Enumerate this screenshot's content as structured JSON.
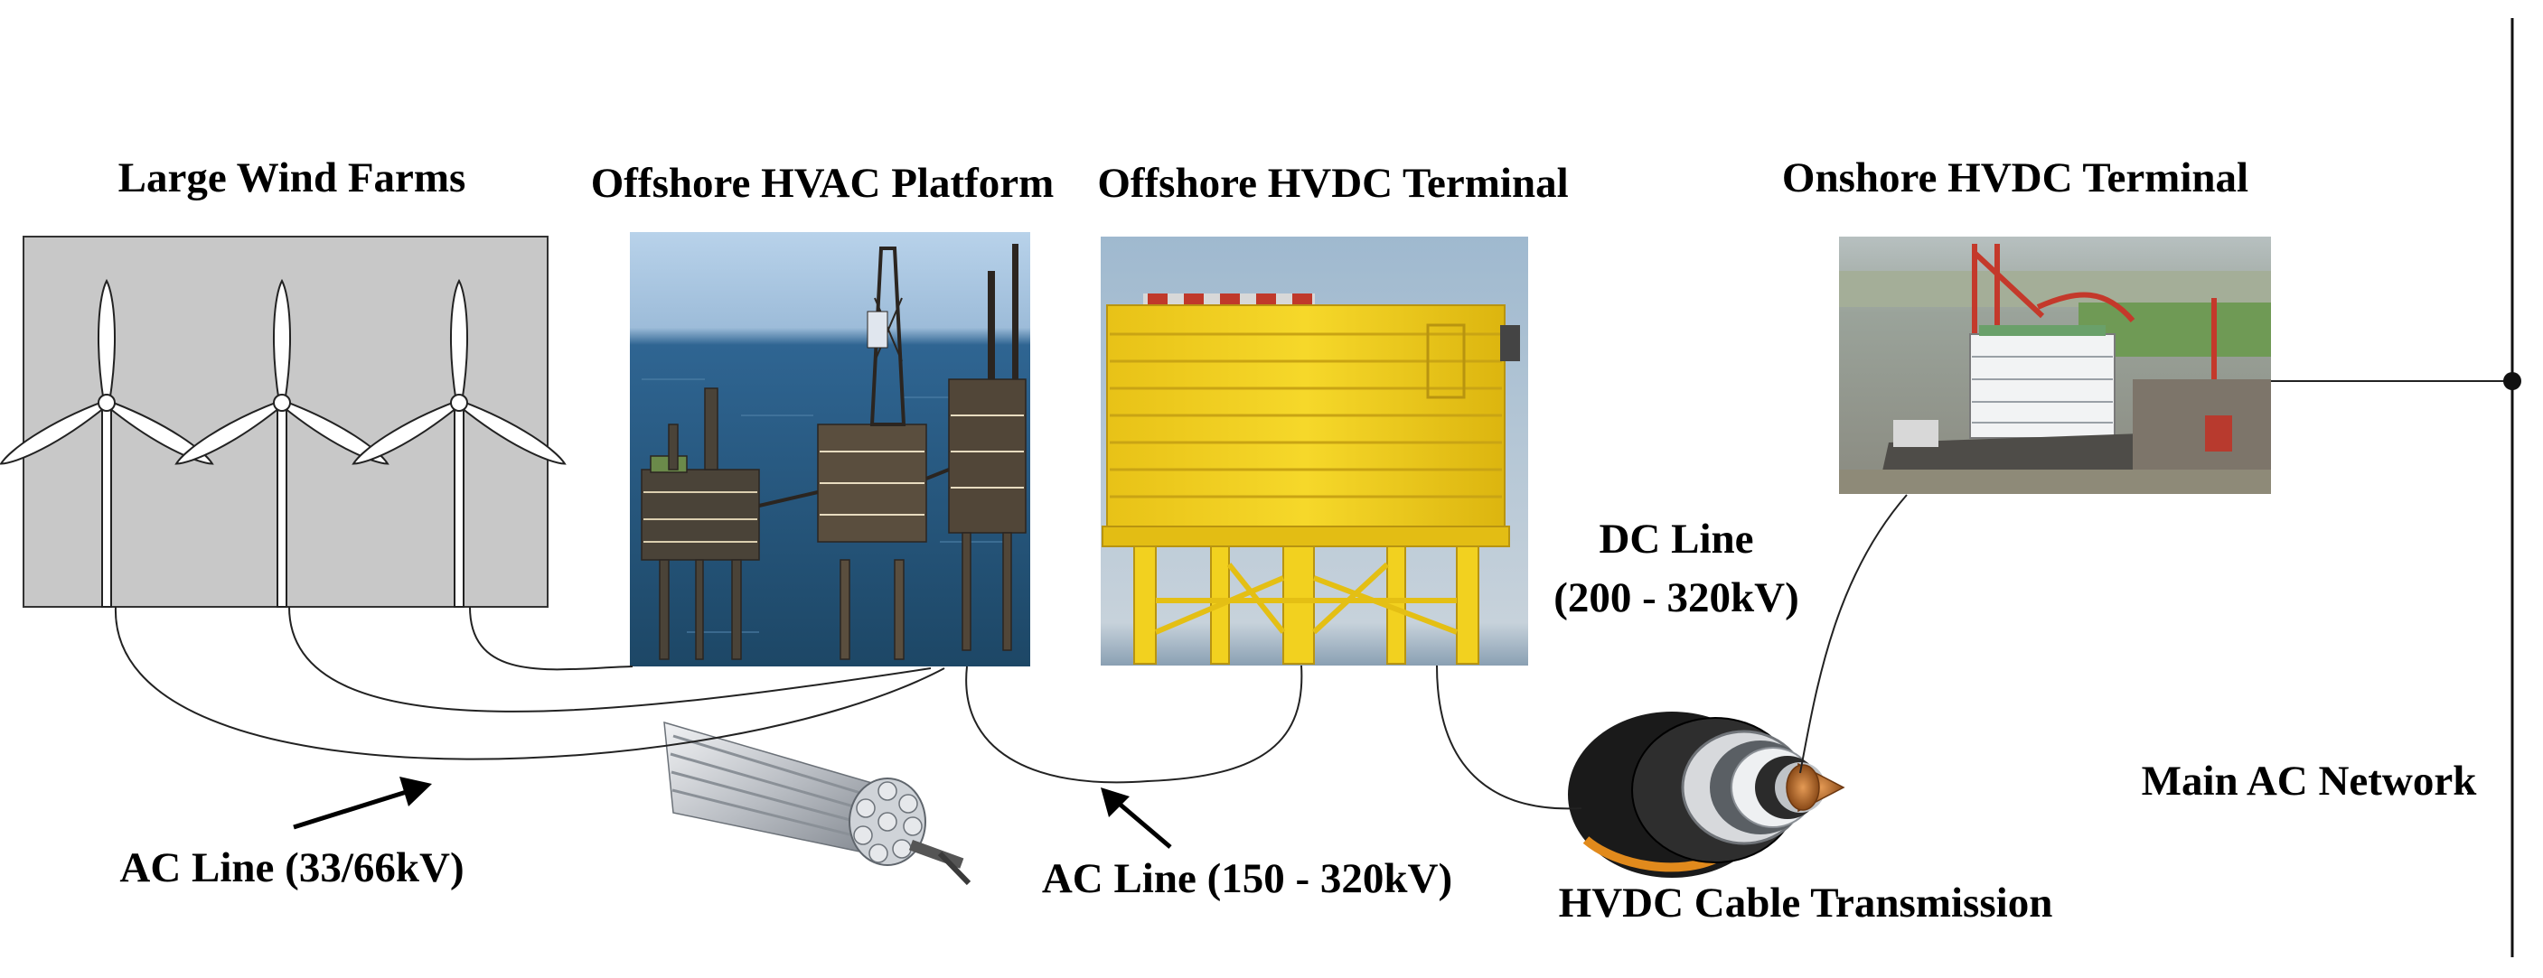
{
  "labels": {
    "wind_farms": "Large Wind Farms",
    "hvac_platform": "Offshore HVAC Platform",
    "offshore_hvdc": "Offshore HVDC Terminal",
    "onshore_hvdc": "Onshore HVDC Terminal",
    "dc_line_title": "DC Line",
    "dc_line_voltage": "(200 - 320kV)",
    "ac_line_collect": "AC Line (33/66kV)",
    "ac_line_export": "AC Line (150 - 320kV)",
    "hvdc_cable": "HVDC Cable Transmission",
    "main_ac": "Main AC Network"
  },
  "colors": {
    "wind_panel": "#c8c8c8",
    "ocean": "#3a6b90",
    "sky": "#a9c6e2",
    "platform_yellow": "#f3d21c",
    "cable_black": "#1a1a1a",
    "cable_copper": "#b86a2a",
    "conductor_silver": "#c9ccd0"
  },
  "icons": {
    "wind_turbine": "wind-turbine-icon",
    "oil_platform": "offshore-platform-image",
    "hvdc_station": "hvdc-terminal-image",
    "onshore_station": "onshore-terminal-image",
    "ac_conductor": "ac-conductor-image",
    "hvdc_cable": "hvdc-cable-image"
  }
}
